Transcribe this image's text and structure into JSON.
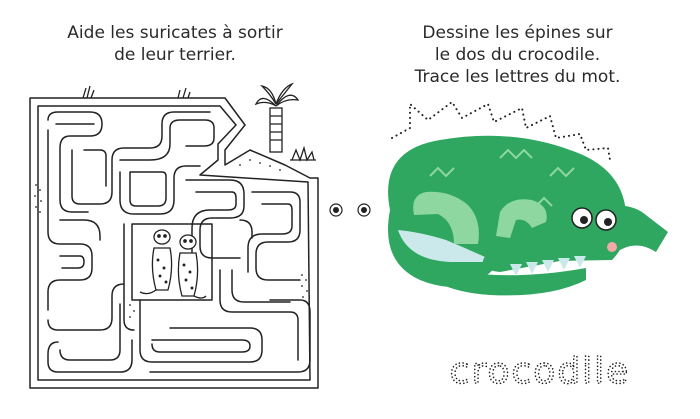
{
  "left_page": {
    "instruction_lines": [
      "Aide les suricates à sortir",
      "de leur terrier."
    ]
  },
  "right_page": {
    "instruction_lines": [
      "Dessine les épines sur",
      "le dos du crocodile.",
      "Trace les lettres du mot."
    ],
    "trace_word": "crocodile"
  },
  "colors": {
    "crocodile_body": "#2fa760",
    "crocodile_light": "#8fd7a0",
    "crocodile_belly": "#cbe9ea",
    "cheek": "#f4a9a9",
    "ink": "#222222"
  },
  "icons": [
    "palm-tree-icon",
    "grass-tuft-icon",
    "meerkat-icon",
    "binder-ring-icon"
  ]
}
